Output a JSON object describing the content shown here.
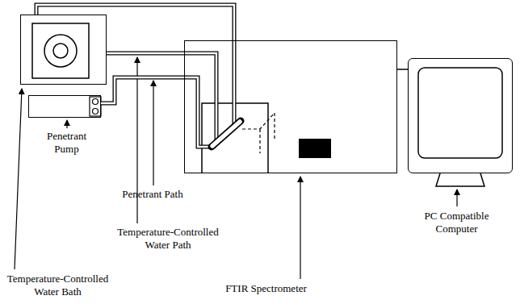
{
  "diagram": {
    "nodes": [
      {
        "text": [
          "Temperature-Controlled Water Bath"
        ]
      },
      {
        "text": [
          "Penetrant Pump"
        ]
      },
      {
        "text": [
          "FTIR Spectrometer"
        ]
      },
      {
        "text": [
          "PC Compatible Computer"
        ]
      }
    ],
    "edges": [
      {
        "from": 0,
        "to": 2,
        "arrow": "none"
      },
      {
        "from": 0,
        "to": 2,
        "arrow": "none"
      },
      {
        "from": 1,
        "to": 2,
        "arrow": "none"
      },
      {
        "from": 2,
        "to": 3,
        "arrow": "none"
      }
    ],
    "labels": [
      "Penetrant Path",
      "Temperature-Controlled Water Path"
    ]
  }
}
